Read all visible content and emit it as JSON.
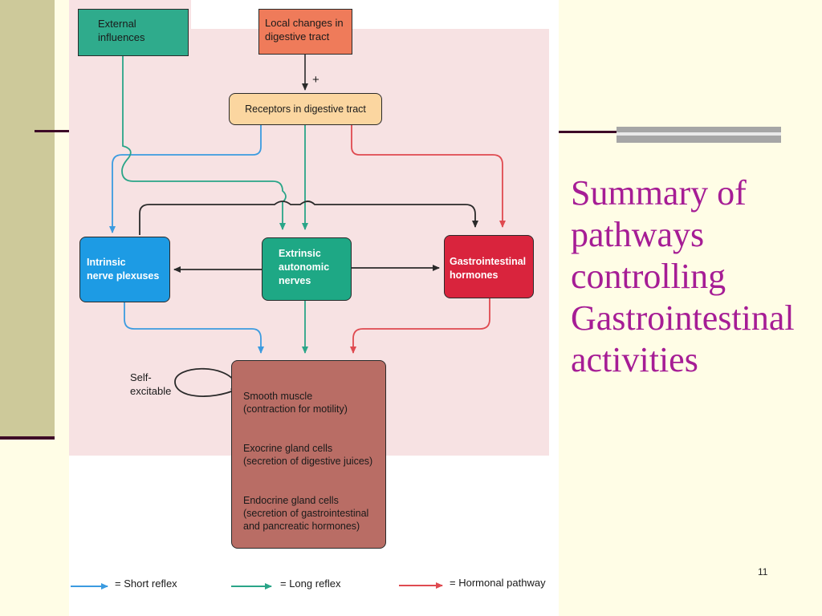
{
  "slide": {
    "title": "Summary of pathways controlling Gastrointestinal activities",
    "page_number": "11"
  },
  "diagram": {
    "external_influences": "External\ninfluences",
    "local_changes": "Local changes in\ndigestive tract",
    "plus_sign": "+",
    "receptors": "Receptors in digestive tract",
    "intrinsic": "Intrinsic\nnerve plexuses",
    "extrinsic": "Extrinsic\nautonomic\nnerves",
    "gastrointestinal_hormones": "Gastrointestinal\nhormones",
    "self_excitable": "Self-\nexcitable",
    "effectors": {
      "smooth_muscle": "Smooth muscle\n(contraction for motility)",
      "exocrine": "Exocrine gland cells\n(secretion of digestive juices)",
      "endocrine": "Endocrine gland cells\n(secretion of gastrointestinal\nand pancreatic hormones)"
    }
  },
  "legend": {
    "short_reflex": "= Short reflex",
    "long_reflex": "= Long reflex",
    "hormonal_pathway": "= Hormonal pathway"
  },
  "colors": {
    "title": "#a61d95",
    "short_reflex": "#3b9be0",
    "long_reflex": "#2aa588",
    "hormonal": "#df4a50"
  }
}
